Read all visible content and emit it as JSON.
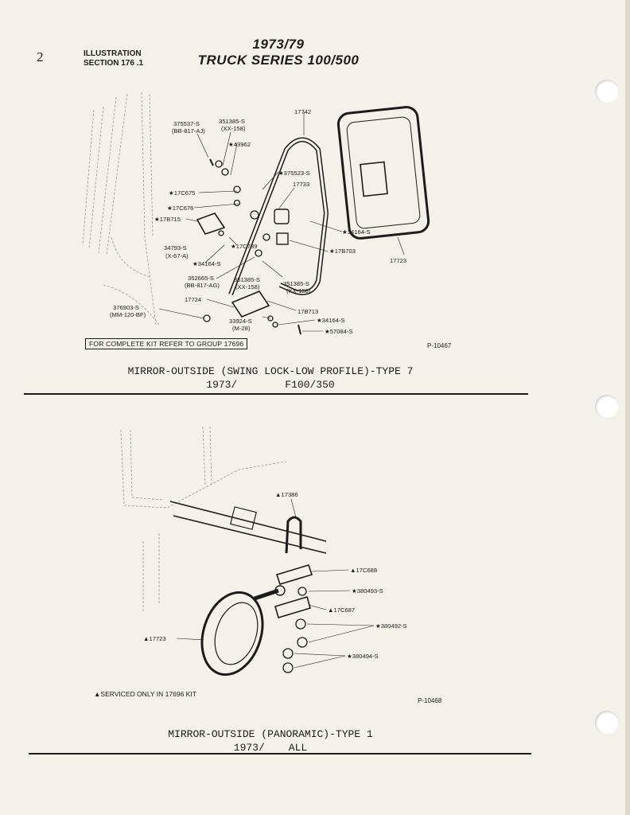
{
  "header": {
    "page_number": "2",
    "section_line1": "ILLUSTRATION",
    "section_line2": "SECTION 176 .1",
    "year_range": "1973/79",
    "series": "TRUCK SERIES 100/500"
  },
  "figure1": {
    "code": "P-10467",
    "kit_note": "FOR COMPLETE KIT REFER TO GROUP 17696",
    "callouts": [
      "375537-S",
      "(BB-817-AJ)",
      "351385-S",
      "(XX-158)",
      "★43962",
      "17742",
      "★375523-S",
      "17733",
      "★17C675",
      "★17C676",
      "★17B715",
      "★34164-S",
      "★17B703",
      "17723",
      "34793-S",
      "(X-67-A)",
      "★17C739",
      "★34164-S",
      "352665-S",
      "(BB-817-AG)",
      "351385-S",
      "(XX-158)",
      "351385-S",
      "(XX-158)",
      "17724",
      "376903-S",
      "(MM-120-BF)",
      "17B713",
      "33924-S",
      "(M-28)",
      "★34164-S",
      "★57084-S"
    ],
    "caption_line1": "MIRROR-OUTSIDE (SWING LOCK-LOW PROFILE)-TYPE 7",
    "caption_line2_left": "1973/",
    "caption_line2_right": "F100/350"
  },
  "figure2": {
    "code": "P-10468",
    "serviced_note": "▲SERVICED ONLY IN 17696 KIT",
    "callouts": [
      "▲17386",
      "▲17C688",
      "★380493-S",
      "▲17C687",
      "★380492-S",
      "★380494-S",
      "▲17723"
    ],
    "caption_line1": "MIRROR-OUTSIDE (PANORAMIC)-TYPE 1",
    "caption_line2_left": "1973/",
    "caption_line2_right": "ALL"
  }
}
